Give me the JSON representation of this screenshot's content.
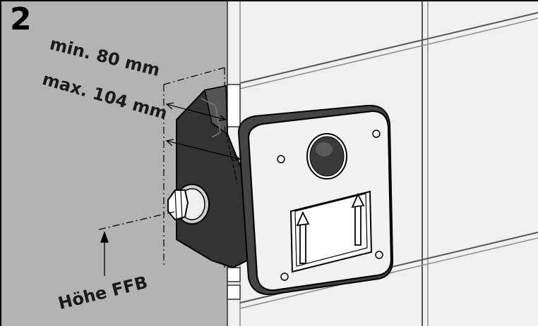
{
  "figure": {
    "step_number": "2",
    "labels": {
      "min_depth": "min. 80 mm",
      "max_depth": "max. 104 mm",
      "floor_height": "Höhe FFB"
    }
  },
  "colors": {
    "wall": "#b3b3b3",
    "tile": "#f0f0f0",
    "tile_grout": "#8c8c8c",
    "box_dark": "#333333",
    "cover": "#f2f2f2",
    "line": "#000000"
  }
}
